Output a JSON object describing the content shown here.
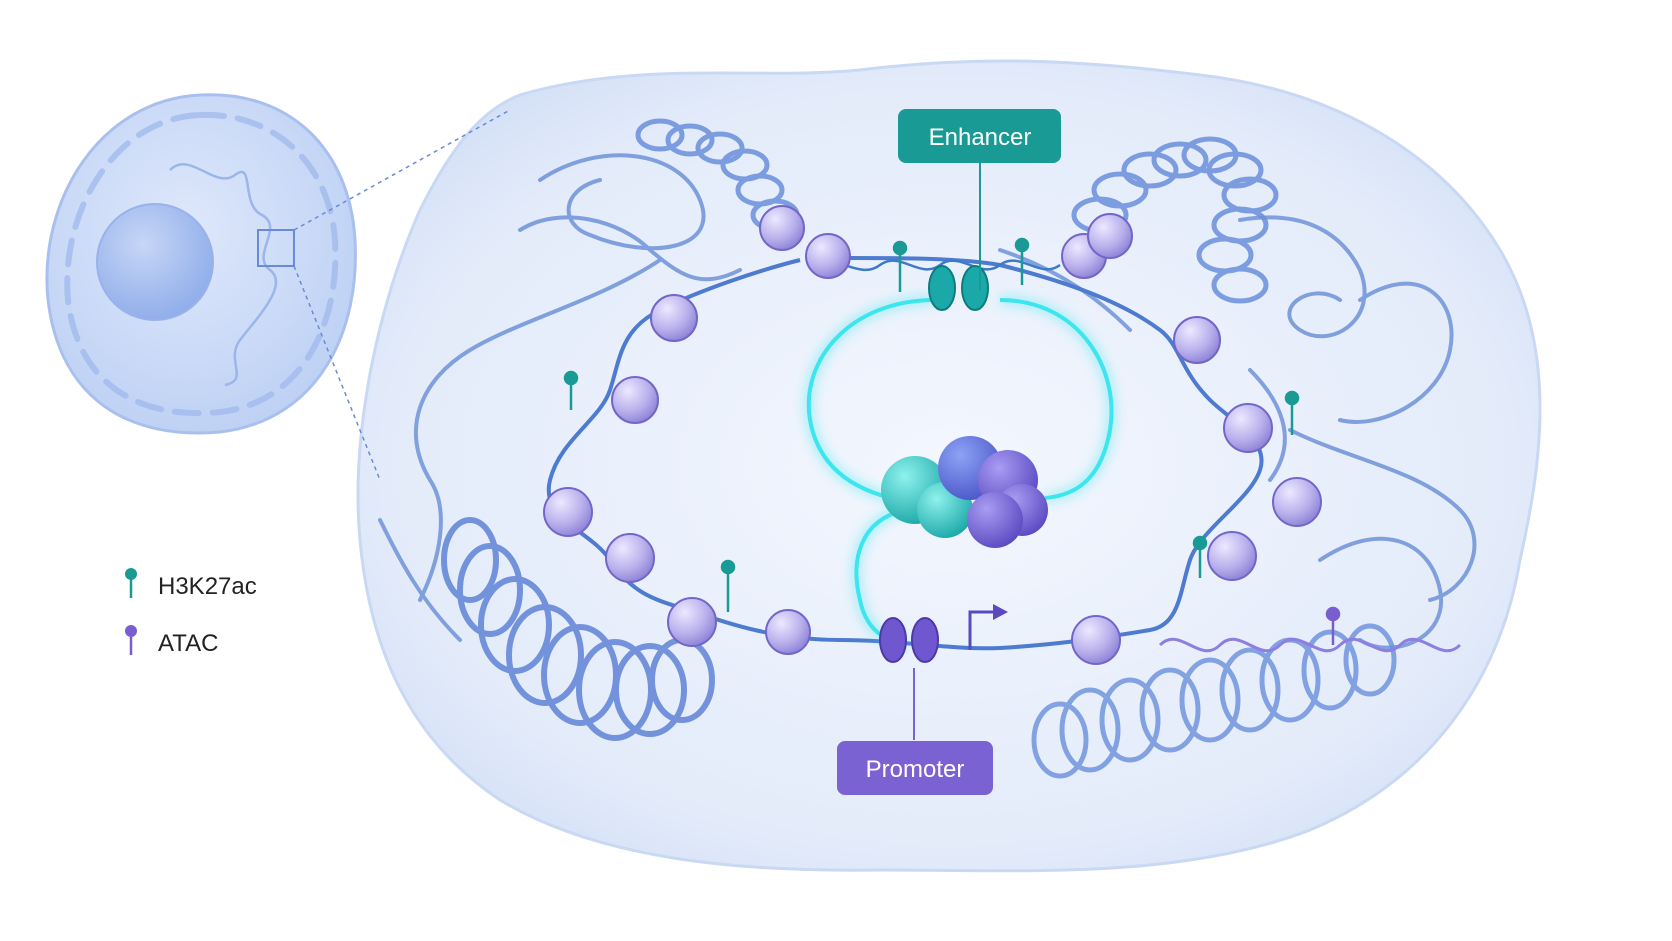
{
  "labels": {
    "enhancer": "Enhancer",
    "promoter": "Promoter"
  },
  "legend": {
    "items": [
      {
        "label": "H3K27ac",
        "color": "#1a9a94",
        "icon": "lollipop-marker-icon"
      },
      {
        "label": "ATAC",
        "color": "#7a5ed1",
        "icon": "lollipop-marker-icon"
      }
    ]
  },
  "colors": {
    "enhancer": "#1a9a94",
    "promoter": "#7b62d2",
    "chromatin": "#5d86d3",
    "nucleosome": "#b7aeea",
    "loop_glow": "#3ce6ef",
    "nucleus_bg": "#e7eefb"
  }
}
